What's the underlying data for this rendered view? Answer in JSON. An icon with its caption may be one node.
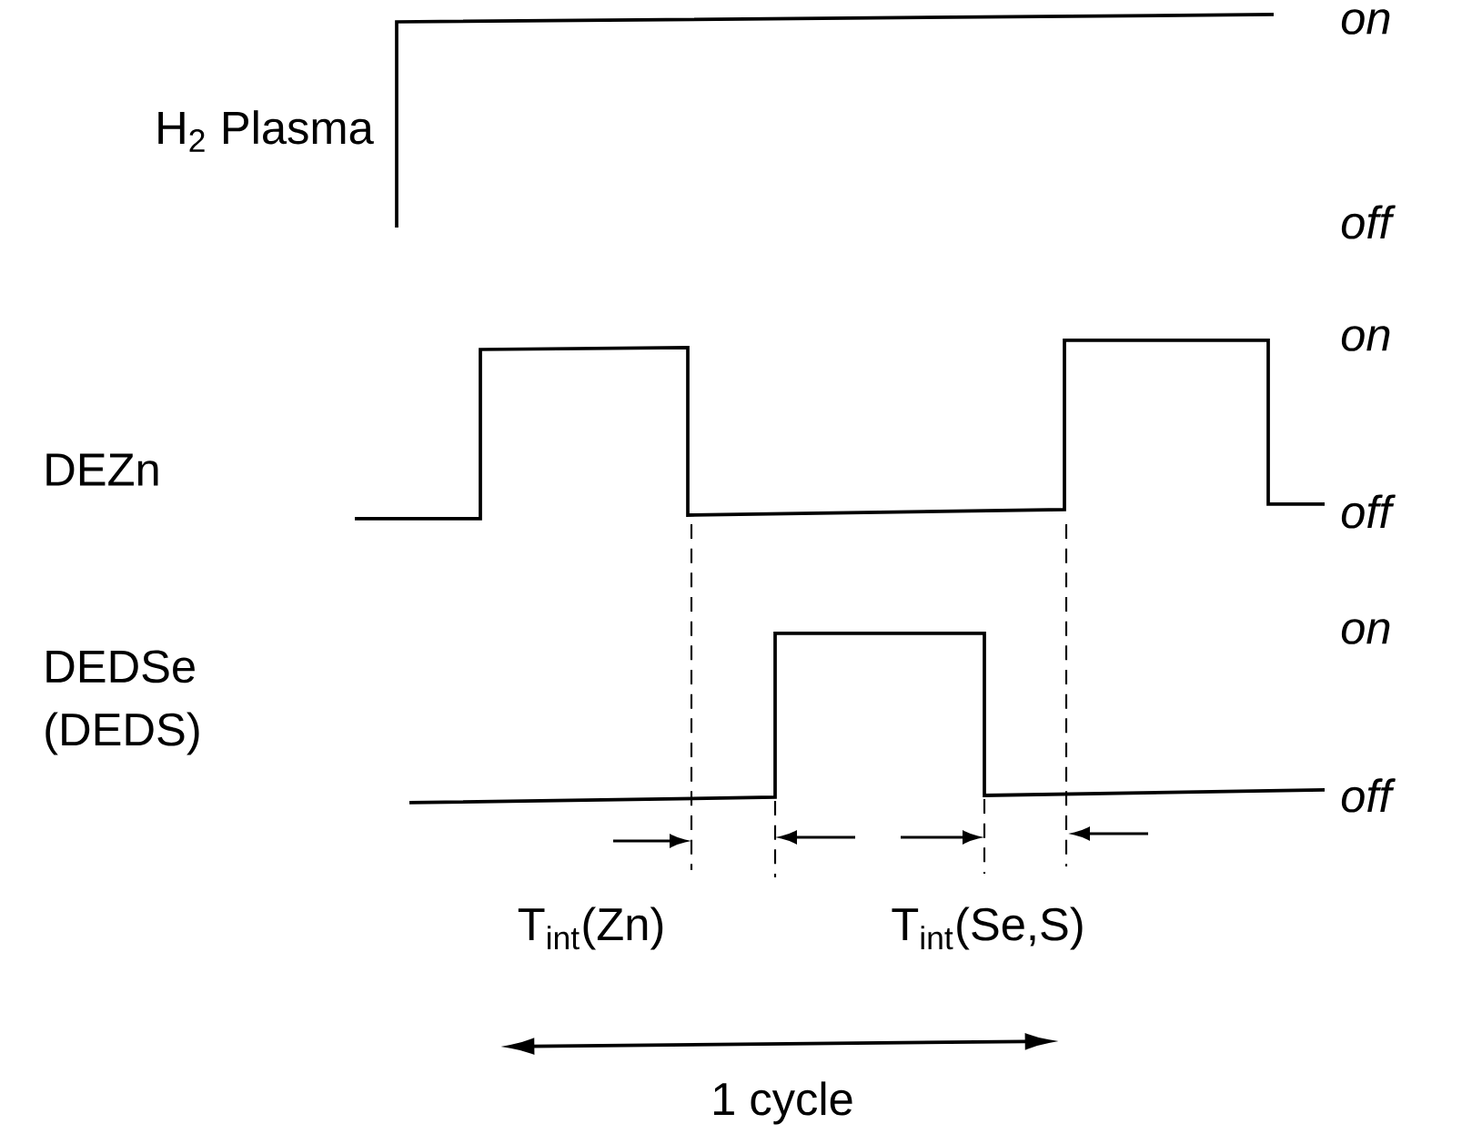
{
  "diagram": {
    "labels": [
      "on",
      "H$_{2}$ Plasma",
      "off",
      "on",
      "DEZn",
      "off",
      "on",
      "DEDSe (DEDS)",
      "off",
      "T$_{int}$(Zn)",
      "T$_{int}$(Se,S)",
      "1 cycle"
    ]
  }
}
